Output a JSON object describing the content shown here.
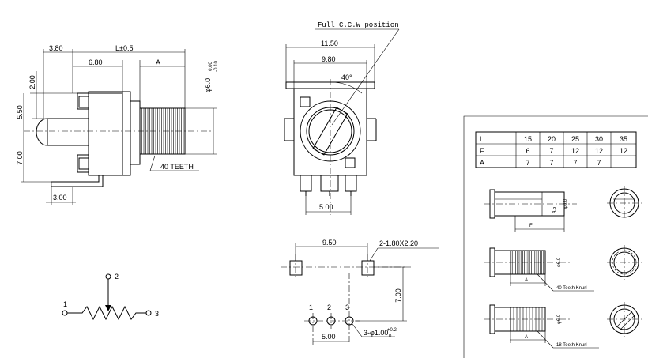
{
  "side_view": {
    "dim_3_80": "3.80",
    "dim_l": "L±0.5",
    "dim_6_80": "6.80",
    "dim_a": "A",
    "dim_2_00": "2.00",
    "dim_5_50": "5.50",
    "dim_7_00": "7.00",
    "dim_3_00": "3.00",
    "dim_dia": "φ6.0",
    "dia_tol_upper": "0.00",
    "dia_tol_lower": "-0.10",
    "teeth_label": "40 TEETH"
  },
  "front_view": {
    "position_label": "Full C.C.W position",
    "dim_11_50": "11.50",
    "dim_9_80": "9.80",
    "angle": "40°",
    "dim_5_00": "5.00"
  },
  "pcb_layout": {
    "dim_9_50": "9.50",
    "slot_label": "2-1.80X2.20",
    "dim_7_00": "7.00",
    "pin1": "1",
    "pin2": "2",
    "pin3": "3",
    "dim_5_00": "5.00",
    "hole_label": "3-φ1.00",
    "hole_tol_upper": "+0.2",
    "hole_tol_lower": "0"
  },
  "schematic": {
    "pin1": "1",
    "pin2": "2",
    "pin3": "3"
  },
  "spec_table": {
    "rows": [
      {
        "label": "L",
        "values": [
          "15",
          "20",
          "25",
          "30",
          "35"
        ]
      },
      {
        "label": "F",
        "values": [
          "6",
          "7",
          "12",
          "12",
          "12"
        ]
      },
      {
        "label": "A",
        "values": [
          "7",
          "7",
          "7",
          "7",
          ""
        ]
      }
    ]
  },
  "shaft_variants": {
    "flat_f": "F",
    "flat_small_dim": "4.5",
    "knurl40_a": "A",
    "knurl40_label": "40 Teeth Knurl",
    "knurl18_a": "A",
    "knurl18_label": "18 Teeth Knurl",
    "dia_label": "φ6.0"
  }
}
